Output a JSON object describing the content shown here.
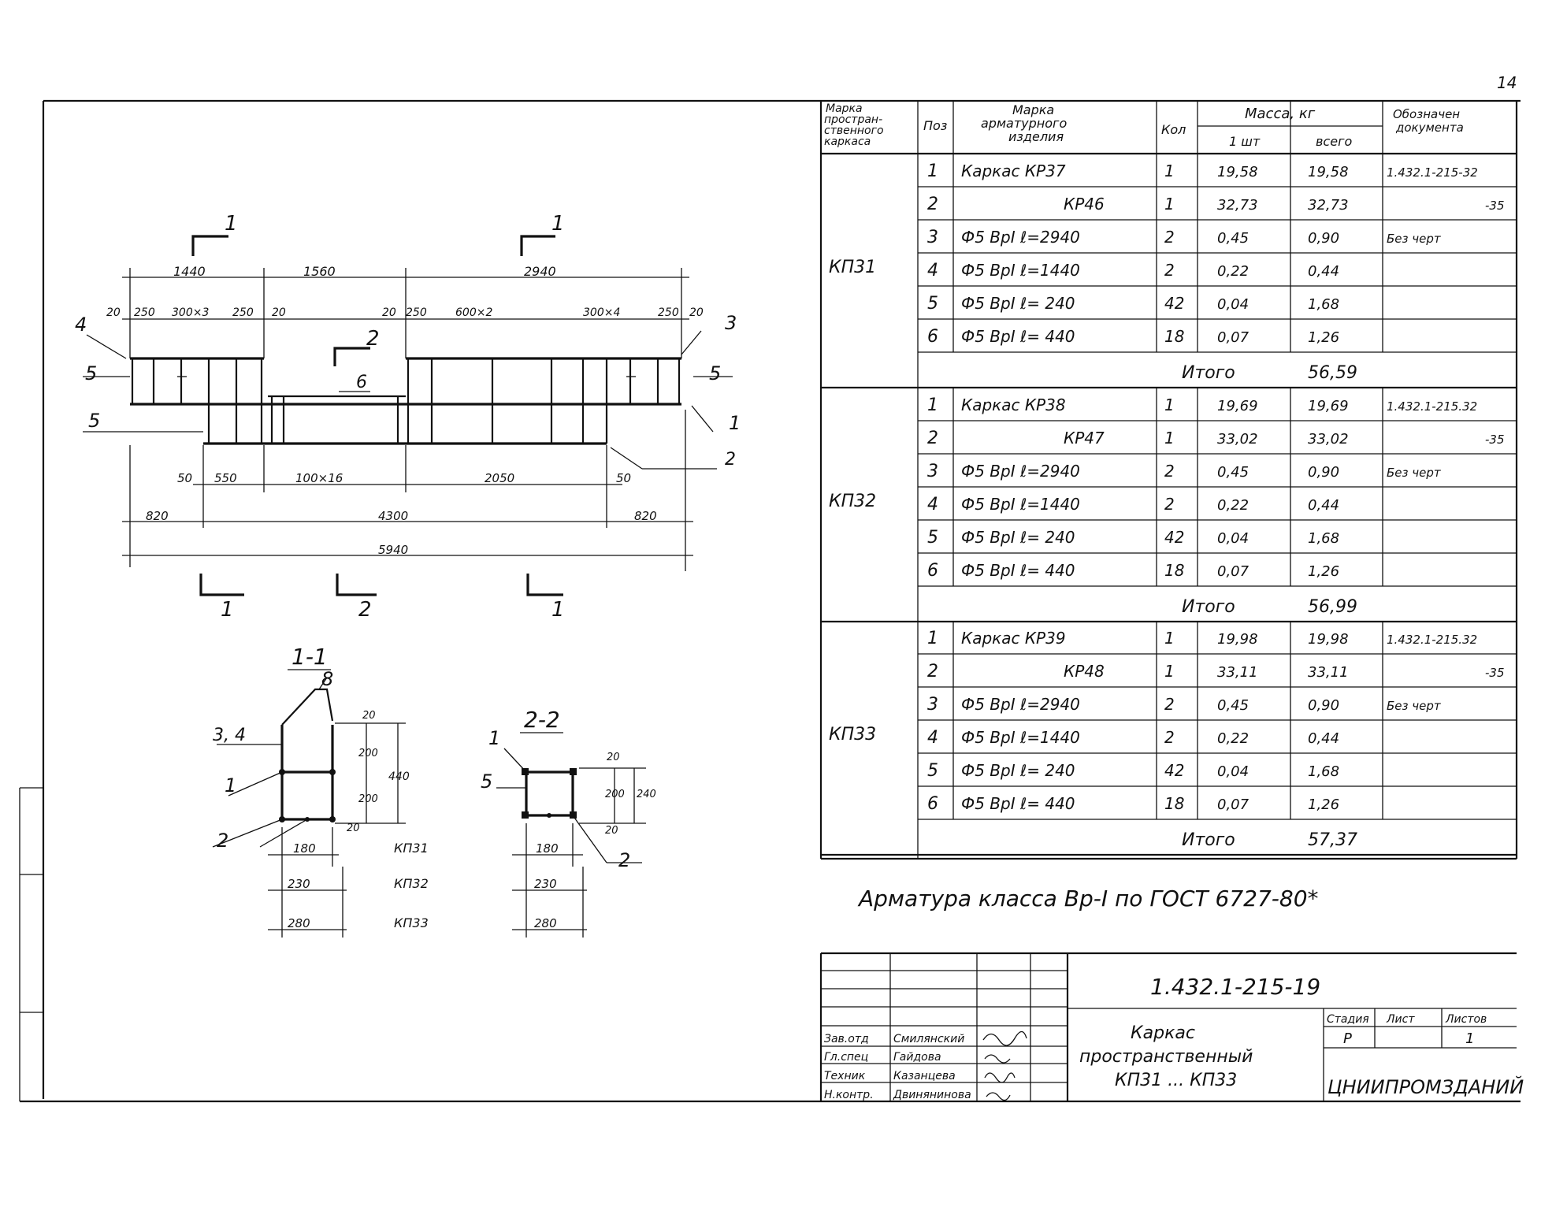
{
  "page_number": "14",
  "drawing": {
    "dims_top": [
      "1440",
      "1560",
      "2940"
    ],
    "dims_sub": [
      "20",
      "250",
      "300×3",
      "250",
      "20",
      "20",
      "250",
      "600×2",
      "300×4",
      "250",
      "20"
    ],
    "dims_bottom": [
      "50",
      "550",
      "100×16",
      "2050",
      "50"
    ],
    "dims_total": [
      "820",
      "4300",
      "820",
      "5940"
    ],
    "callouts": [
      "4",
      "5",
      "5",
      "6",
      "3",
      "5",
      "1",
      "2"
    ],
    "section_marks": [
      "1",
      "1",
      "2",
      "1",
      "2",
      "1"
    ]
  },
  "section_1_1": {
    "title": "1-1",
    "labels": [
      "8",
      "3, 4",
      "1",
      "2"
    ],
    "dims": [
      "20",
      "200",
      "200",
      "20",
      "440",
      "180",
      "230",
      "280"
    ],
    "marks": [
      "КП31",
      "КП32",
      "КП33"
    ]
  },
  "section_2_2": {
    "title": "2-2",
    "labels": [
      "1",
      "5",
      "2"
    ],
    "dims": [
      "20",
      "200",
      "20",
      "240",
      "180",
      "230",
      "280"
    ]
  },
  "spec": {
    "headers": {
      "mark": "Марка простран-ственного каркаса",
      "pos": "Поз",
      "item": "Марка арматурного изделия",
      "qty": "Кол",
      "mass": "Масса, кг",
      "mass_one": "1 шт",
      "mass_total": "всего",
      "doc": "Обозначен документа"
    },
    "groups": [
      {
        "mark": "КП31",
        "rows": [
          [
            "1",
            "Каркас   КР37",
            "1",
            "19,58",
            "19,58",
            "1.432.1-215-32"
          ],
          [
            "2",
            "КР46",
            "1",
            "32,73",
            "32,73",
            "-35"
          ],
          [
            "3",
            "Ф5 ВрI  ℓ=2940",
            "2",
            "0,45",
            "0,90",
            "Без черт"
          ],
          [
            "4",
            "Ф5 ВрI  ℓ=1440",
            "2",
            "0,22",
            "0,44",
            ""
          ],
          [
            "5",
            "Ф5 ВрI  ℓ= 240",
            "42",
            "0,04",
            "1,68",
            ""
          ],
          [
            "6",
            "Ф5 ВрI  ℓ= 440",
            "18",
            "0,07",
            "1,26",
            ""
          ]
        ],
        "total_label": "Итого",
        "total": "56,59"
      },
      {
        "mark": "КП32",
        "rows": [
          [
            "1",
            "Каркас   КР38",
            "1",
            "19,69",
            "19,69",
            "1.432.1-215.32"
          ],
          [
            "2",
            "КР47",
            "1",
            "33,02",
            "33,02",
            "-35"
          ],
          [
            "3",
            "Ф5 ВрI  ℓ=2940",
            "2",
            "0,45",
            "0,90",
            "Без черт"
          ],
          [
            "4",
            "Ф5 ВрI  ℓ=1440",
            "2",
            "0,22",
            "0,44",
            ""
          ],
          [
            "5",
            "Ф5 ВрI  ℓ= 240",
            "42",
            "0,04",
            "1,68",
            ""
          ],
          [
            "6",
            "Ф5 ВрI  ℓ= 440",
            "18",
            "0,07",
            "1,26",
            ""
          ]
        ],
        "total_label": "Итого",
        "total": "56,99"
      },
      {
        "mark": "КП33",
        "rows": [
          [
            "1",
            "Каркас   КР39",
            "1",
            "19,98",
            "19,98",
            "1.432.1-215.32"
          ],
          [
            "2",
            "КР48",
            "1",
            "33,11",
            "33,11",
            "-35"
          ],
          [
            "3",
            "Ф5 ВрI  ℓ=2940",
            "2",
            "0,45",
            "0,90",
            "Без черт"
          ],
          [
            "4",
            "Ф5 ВрI  ℓ=1440",
            "2",
            "0,22",
            "0,44",
            ""
          ],
          [
            "5",
            "Ф5 ВрI  ℓ= 240",
            "42",
            "0,04",
            "1,68",
            ""
          ],
          [
            "6",
            "Ф5 ВрI  ℓ= 440",
            "18",
            "0,07",
            "1,26",
            ""
          ]
        ],
        "total_label": "Итого",
        "total": "57,37"
      }
    ]
  },
  "note": "Арматура класса Вр-I по ГОСТ 6727-80*",
  "title_block": {
    "code": "1.432.1-215-19",
    "title_line1": "Каркас",
    "title_line2": "пространственный",
    "title_line3": "КП31 ... КП33",
    "stage_header": "Стадия",
    "sheet_header": "Лист",
    "sheets_header": "Листов",
    "stage": "Р",
    "sheets": "1",
    "org": "ЦНИИПРОМЗДАНИЙ",
    "roles": [
      "Зав.отд",
      "Гл.спец",
      "Техник",
      "Н.контр."
    ],
    "names": [
      "Смилянский",
      "Гайдова",
      "Казанцева",
      "Двинянинова"
    ]
  }
}
